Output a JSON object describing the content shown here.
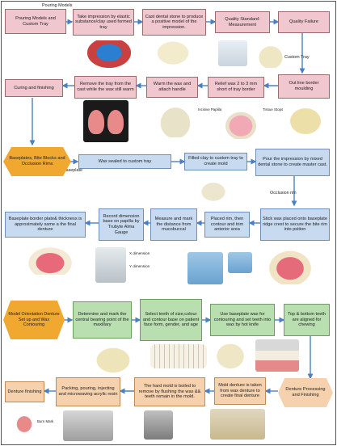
{
  "labels": {
    "pouring_models": "Pouring Models",
    "custom_tray": "Custom Tray",
    "baseplate": "Baseplate",
    "occlusion_rim": "Occlusion rim",
    "incisive_papilla": "Incisive Papilla",
    "tissue_stops": "Tissue Stops",
    "x_dimension": "X dimension",
    "y_dimension": "Y dimension",
    "burn_mark": "Burn Mark"
  },
  "row1": {
    "start": "Pouring Models and Custom Tray",
    "impression": "Take impression by elastic substance/clay used formed tray",
    "cast": "Cast dental stone to produce a positive model of the impression.",
    "quality_standard": "Quality Standard-Measurement",
    "quality_failure": "Quality Failure"
  },
  "row2": {
    "curing": "Curing and finishing",
    "remove_tray": "Remove the tray from the cast while the wax still warm",
    "warm_wax": "Warm the wax and attach handle",
    "relief_wax": "Relief wax 2 to 3 mm short of tray border",
    "outline": "Out line border moulding"
  },
  "row3": {
    "start": "Baseplates, Bite Blocks and Occlusion Rims",
    "wax_sealed": "Wax sealed to custom tray",
    "filled_clay": "Filled clay to custom tray to create mold",
    "pour_impression": "Pour the impression by mixed dental stone to create master cast."
  },
  "row4": {
    "baseplate_border": "Baseplate border plate& thickness is approximately same a the final denture",
    "record_dimension": "Record dimension base on papilla by Trubyte Alma Gauge",
    "measure_mark": "Measure and mark the distance from mucobuccal",
    "placed_rim": "Placed rim, then contour and trim anterior area",
    "stick_wax": "Stick wax placed onto baseplate ridge crest to secure the bite rim into psition"
  },
  "row5": {
    "start": "Model Orientation Denture Set up and Wax Contouring",
    "determine": "Determine and mark the central bearing point of the maxillary",
    "select_teeth": "Select teeth of size,colour and contour base on patient face form, gender, and age",
    "baseplate_wax": "Use baseplate wax for contouring and set teeth into wax by hot knife",
    "top_bottom": "Top & bottom teeth are aligned for chewing"
  },
  "row6": {
    "finishing": "Denture finishing",
    "packing": "Packing, pouring, injecting and microwaving acrylic resin",
    "hard_mold": "The hard mold is boiled to remove by flushing the wax && teeth remain in the mold.",
    "mold_denture": "Mold denture is taken from wax denture to create final denture",
    "start": "Denture Processing and Finishing"
  }
}
